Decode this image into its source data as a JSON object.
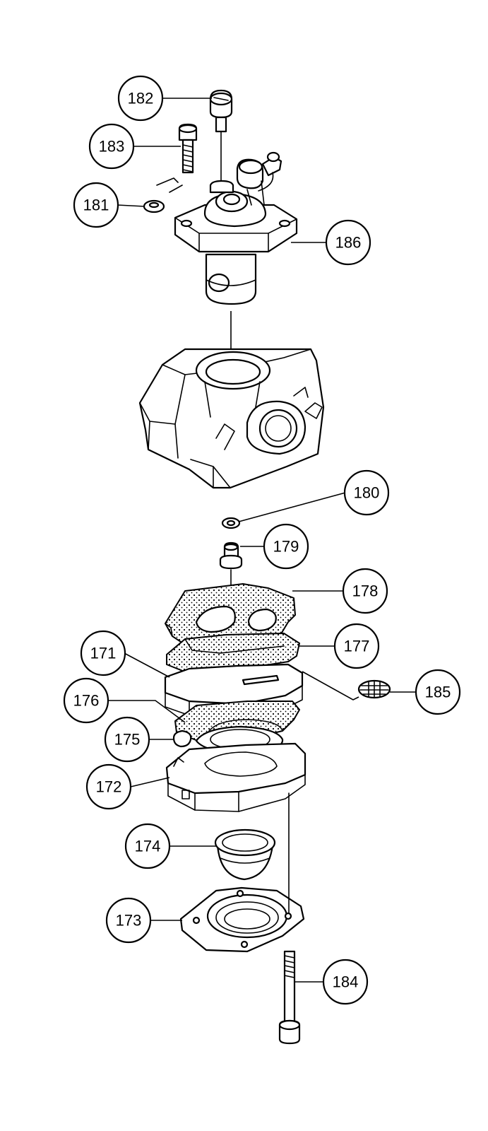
{
  "callouts": [
    {
      "id": "182",
      "label": "182"
    },
    {
      "id": "183",
      "label": "183"
    },
    {
      "id": "181",
      "label": "181"
    },
    {
      "id": "186",
      "label": "186"
    },
    {
      "id": "180",
      "label": "180"
    },
    {
      "id": "179",
      "label": "179"
    },
    {
      "id": "178",
      "label": "178"
    },
    {
      "id": "177",
      "label": "177"
    },
    {
      "id": "171",
      "label": "171"
    },
    {
      "id": "185",
      "label": "185"
    },
    {
      "id": "176",
      "label": "176"
    },
    {
      "id": "175",
      "label": "175"
    },
    {
      "id": "172",
      "label": "172"
    },
    {
      "id": "174",
      "label": "174"
    },
    {
      "id": "173",
      "label": "173"
    },
    {
      "id": "184",
      "label": "184"
    }
  ]
}
